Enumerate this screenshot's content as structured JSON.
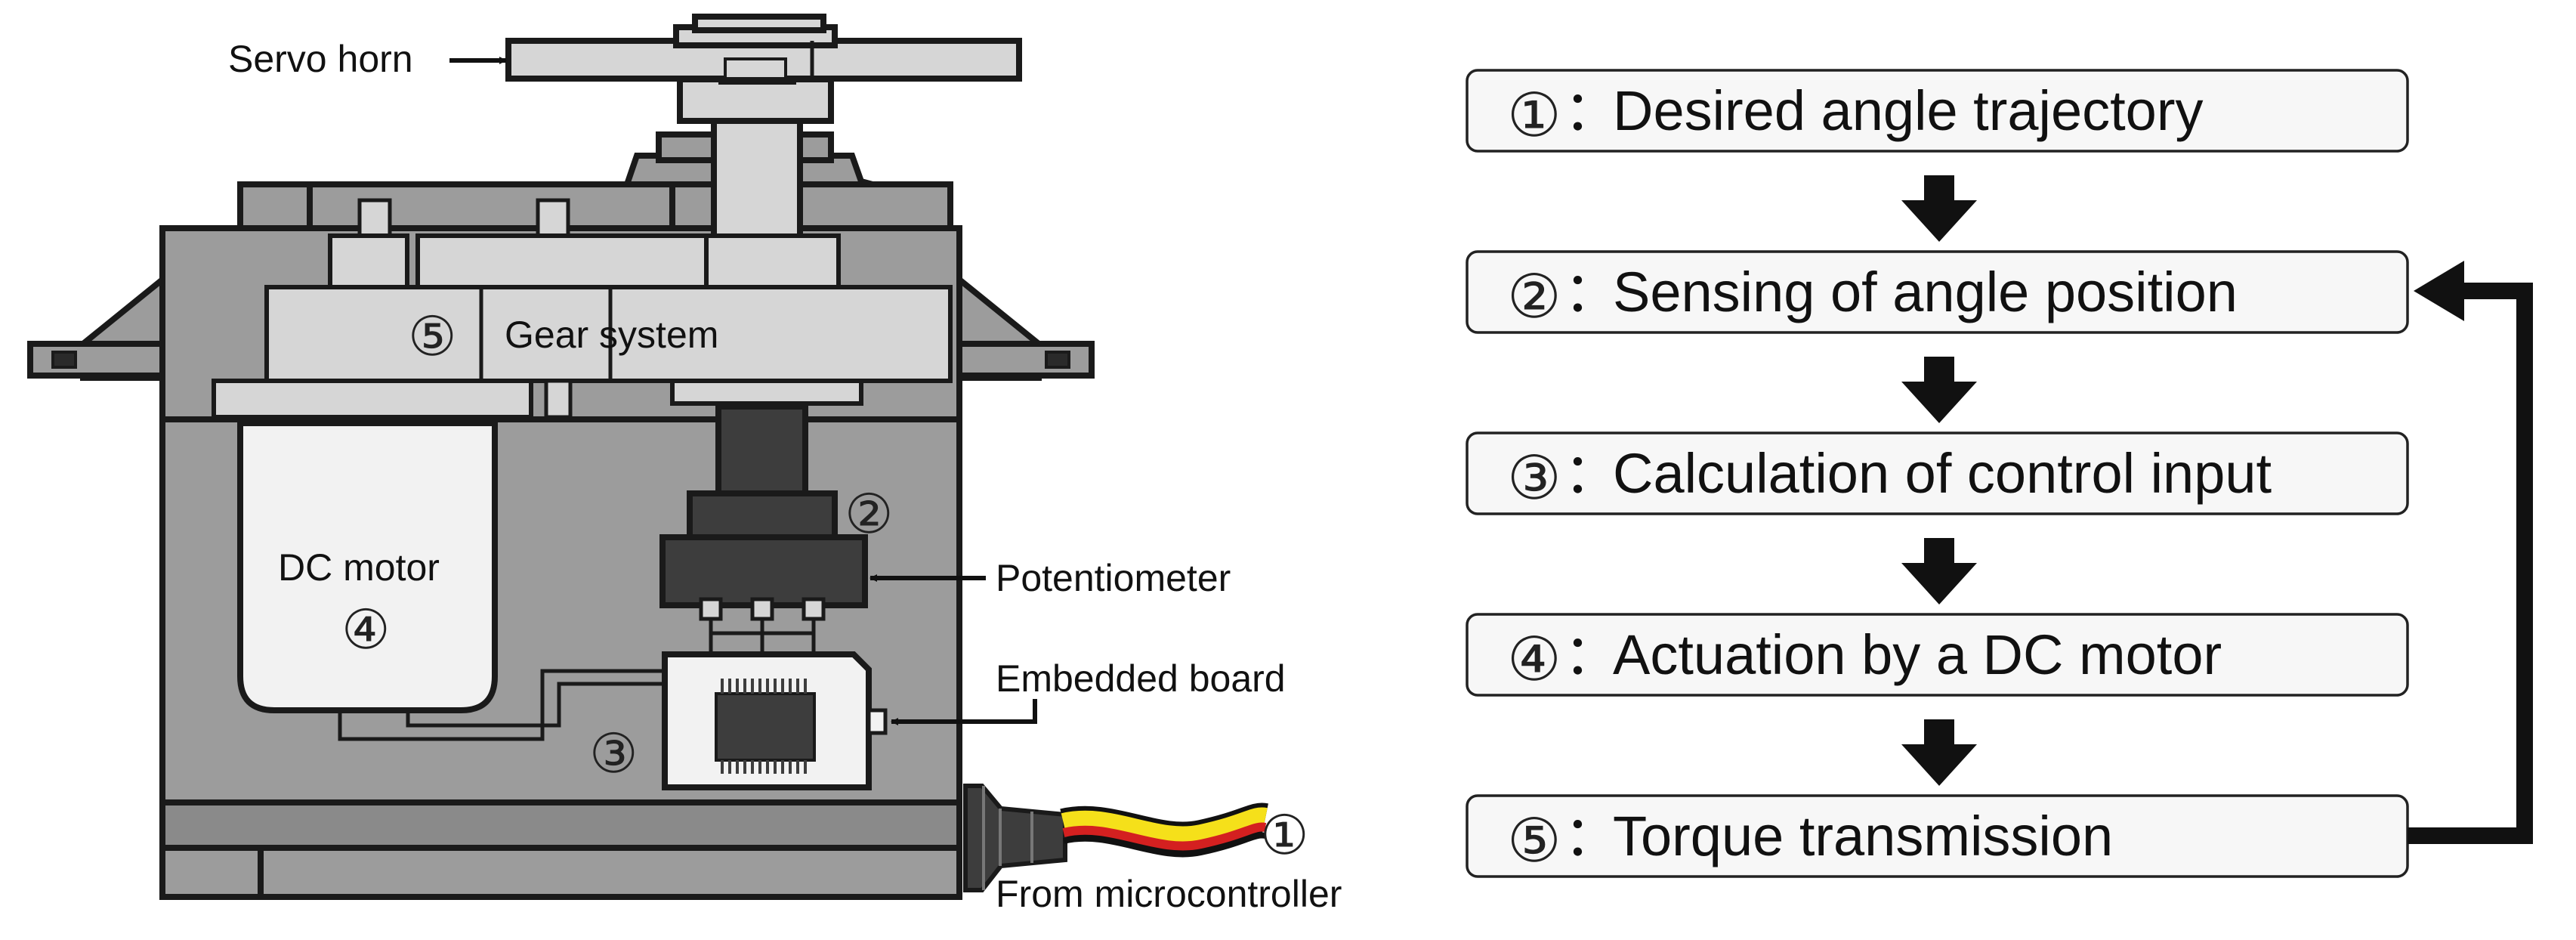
{
  "labels": {
    "servo_horn": "Servo horn",
    "gear_system": "Gear system",
    "dc_motor": "DC motor",
    "potentiometer": "Potentiometer",
    "embedded_board": "Embedded board",
    "from_microcontroller": "From microcontroller"
  },
  "markers": {
    "one": "①",
    "two": "②",
    "three": "③",
    "four": "④",
    "five": "⑤"
  },
  "steps": [
    {
      "num": "①",
      "sep": "：",
      "text": "Desired angle trajectory"
    },
    {
      "num": "②",
      "sep": "：",
      "text": "Sensing of angle position"
    },
    {
      "num": "③",
      "sep": "：",
      "text": "Calculation of control input"
    },
    {
      "num": "④",
      "sep": "：",
      "text": "Actuation by a DC motor"
    },
    {
      "num": "⑤",
      "sep": "：",
      "text": "Torque transmission"
    }
  ],
  "colors": {
    "outline": "#1a1a1a",
    "body_gray": "#9c9c9c",
    "light_gray": "#d6d6d6",
    "white_part": "#f2f2f2",
    "dark_part": "#3d3d3d",
    "wire_yellow": "#f5e01a",
    "wire_red": "#d42020",
    "wire_black": "#111111"
  }
}
